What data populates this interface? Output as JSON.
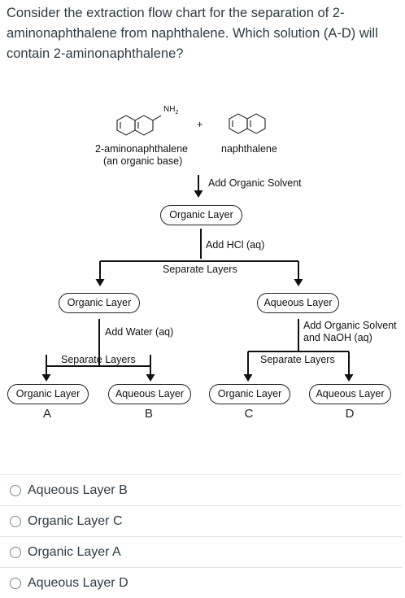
{
  "question": "Consider the extraction flow chart for the separation of 2-aminonaphthalene from naphthalene.  Which solution (A-D) will contain 2-aminonaphthalene?",
  "diagram": {
    "nh2": "NH",
    "nh2_sub": "2",
    "plus": "+",
    "compound1_name": "2-aminonaphthalene",
    "compound1_note": "(an organic base)",
    "compound2_name": "naphthalene",
    "step1": "Add Organic Solvent",
    "layer_top": "Organic Layer",
    "step2": "Add HCl (aq)",
    "separate1": "Separate Layers",
    "left_layer": "Organic Layer",
    "right_layer": "Aqueous Layer",
    "step_left": "Add Water (aq)",
    "step_right_1": "Add Organic Solvent",
    "step_right_2": "and NaOH (aq)",
    "separate_left": "Separate Layers",
    "separate_right": "Separate Layers",
    "final": [
      {
        "label": "Organic Layer",
        "letter": "A"
      },
      {
        "label": "Aqueous Layer",
        "letter": "B"
      },
      {
        "label": "Organic Layer",
        "letter": "C"
      },
      {
        "label": "Aqueous Layer",
        "letter": "D"
      }
    ]
  },
  "options": [
    {
      "label": "Aqueous Layer B"
    },
    {
      "label": "Organic Layer C"
    },
    {
      "label": "Organic Layer A"
    },
    {
      "label": "Aqueous Layer D"
    }
  ]
}
